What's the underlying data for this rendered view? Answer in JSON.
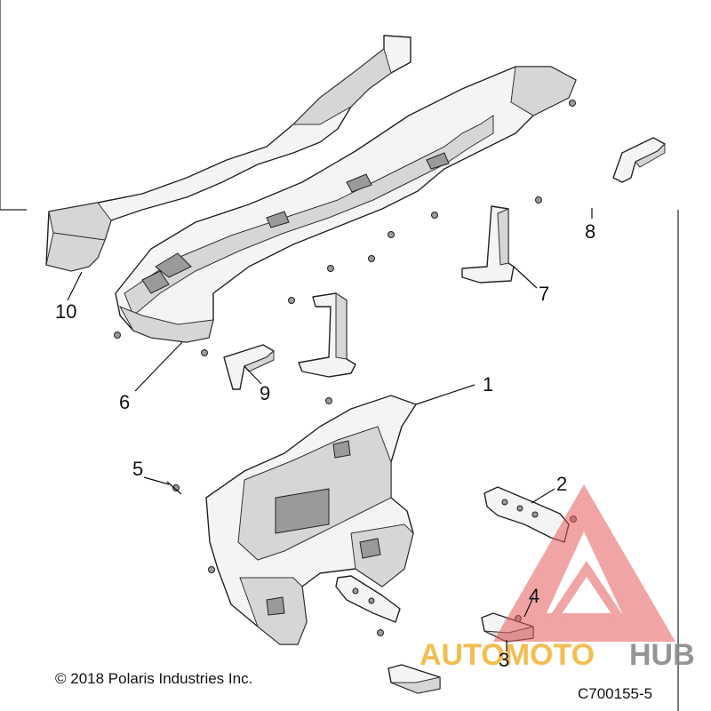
{
  "diagram": {
    "callouts": [
      {
        "id": "c1",
        "label": "1"
      },
      {
        "id": "c2",
        "label": "2"
      },
      {
        "id": "c3",
        "label": "3"
      },
      {
        "id": "c4",
        "label": "4"
      },
      {
        "id": "c5",
        "label": "5"
      },
      {
        "id": "c6",
        "label": "6"
      },
      {
        "id": "c7",
        "label": "7"
      },
      {
        "id": "c8",
        "label": "8"
      },
      {
        "id": "c9",
        "label": "9"
      },
      {
        "id": "c10",
        "label": "10"
      }
    ],
    "copyright": "© 2018 Polaris Industries Inc.",
    "figure_code": "C700155-5"
  },
  "watermark": {
    "brand_prefix": "AUTOMOTO",
    "brand_suffix": "HUB",
    "colors": {
      "triangle": "#e65a5a",
      "prefix": "#f2b233",
      "suffix": "#8a8a8a"
    }
  }
}
